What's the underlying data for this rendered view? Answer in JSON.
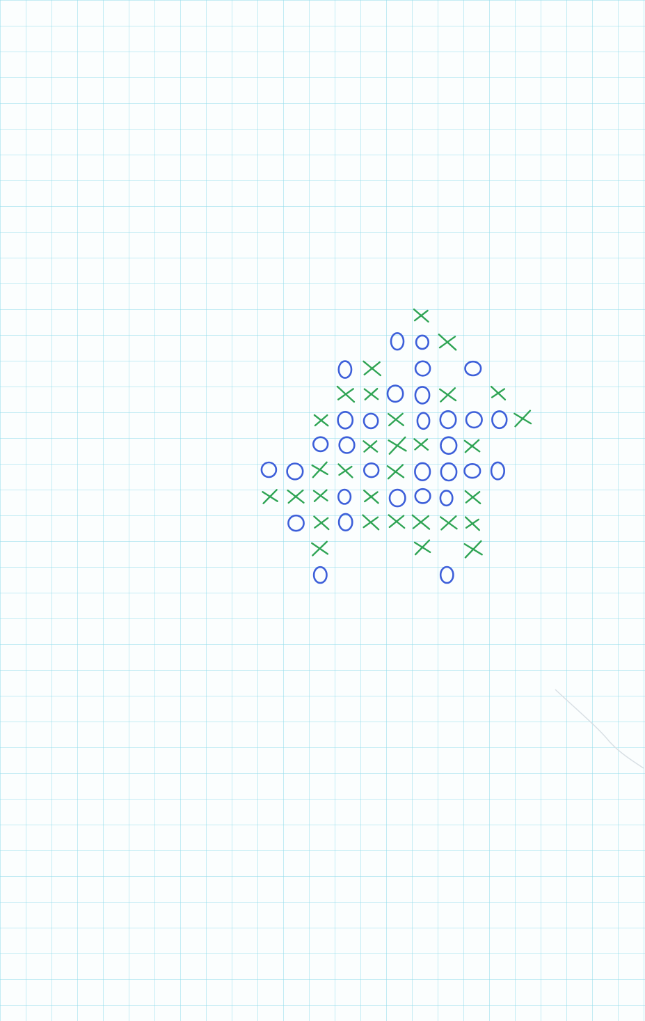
{
  "game": {
    "name": "gomoku",
    "colors": {
      "X": "#2fa454",
      "O": "#3d5fd9"
    },
    "moves": [
      {
        "col": 16,
        "row": 0,
        "mark": "X"
      },
      {
        "col": 15,
        "row": 1,
        "mark": "O"
      },
      {
        "col": 16,
        "row": 1,
        "mark": "O"
      },
      {
        "col": 17,
        "row": 1,
        "mark": "X"
      },
      {
        "col": 13,
        "row": 2,
        "mark": "O"
      },
      {
        "col": 14,
        "row": 2,
        "mark": "X"
      },
      {
        "col": 16,
        "row": 2,
        "mark": "O"
      },
      {
        "col": 18,
        "row": 2,
        "mark": "O"
      },
      {
        "col": 13,
        "row": 3,
        "mark": "X"
      },
      {
        "col": 14,
        "row": 3,
        "mark": "X"
      },
      {
        "col": 15,
        "row": 3,
        "mark": "O"
      },
      {
        "col": 16,
        "row": 3,
        "mark": "O"
      },
      {
        "col": 17,
        "row": 3,
        "mark": "X"
      },
      {
        "col": 19,
        "row": 3,
        "mark": "X"
      },
      {
        "col": 12,
        "row": 4,
        "mark": "X"
      },
      {
        "col": 13,
        "row": 4,
        "mark": "O"
      },
      {
        "col": 14,
        "row": 4,
        "mark": "O"
      },
      {
        "col": 15,
        "row": 4,
        "mark": "X"
      },
      {
        "col": 16,
        "row": 4,
        "mark": "O"
      },
      {
        "col": 17,
        "row": 4,
        "mark": "O"
      },
      {
        "col": 18,
        "row": 4,
        "mark": "O"
      },
      {
        "col": 19,
        "row": 4,
        "mark": "O"
      },
      {
        "col": 20,
        "row": 4,
        "mark": "X"
      },
      {
        "col": 12,
        "row": 5,
        "mark": "O"
      },
      {
        "col": 13,
        "row": 5,
        "mark": "O"
      },
      {
        "col": 14,
        "row": 5,
        "mark": "X"
      },
      {
        "col": 15,
        "row": 5,
        "mark": "X"
      },
      {
        "col": 16,
        "row": 5,
        "mark": "X"
      },
      {
        "col": 17,
        "row": 5,
        "mark": "O"
      },
      {
        "col": 18,
        "row": 5,
        "mark": "X"
      },
      {
        "col": 10,
        "row": 6,
        "mark": "O"
      },
      {
        "col": 11,
        "row": 6,
        "mark": "O"
      },
      {
        "col": 12,
        "row": 6,
        "mark": "X"
      },
      {
        "col": 13,
        "row": 6,
        "mark": "X"
      },
      {
        "col": 14,
        "row": 6,
        "mark": "O"
      },
      {
        "col": 15,
        "row": 6,
        "mark": "X"
      },
      {
        "col": 16,
        "row": 6,
        "mark": "O"
      },
      {
        "col": 17,
        "row": 6,
        "mark": "O"
      },
      {
        "col": 18,
        "row": 6,
        "mark": "O"
      },
      {
        "col": 19,
        "row": 6,
        "mark": "O"
      },
      {
        "col": 10,
        "row": 7,
        "mark": "X"
      },
      {
        "col": 11,
        "row": 7,
        "mark": "X"
      },
      {
        "col": 12,
        "row": 7,
        "mark": "X"
      },
      {
        "col": 13,
        "row": 7,
        "mark": "O"
      },
      {
        "col": 14,
        "row": 7,
        "mark": "X"
      },
      {
        "col": 15,
        "row": 7,
        "mark": "O"
      },
      {
        "col": 16,
        "row": 7,
        "mark": "O"
      },
      {
        "col": 17,
        "row": 7,
        "mark": "O"
      },
      {
        "col": 18,
        "row": 7,
        "mark": "X"
      },
      {
        "col": 11,
        "row": 8,
        "mark": "O"
      },
      {
        "col": 12,
        "row": 8,
        "mark": "X"
      },
      {
        "col": 13,
        "row": 8,
        "mark": "O"
      },
      {
        "col": 14,
        "row": 8,
        "mark": "X"
      },
      {
        "col": 15,
        "row": 8,
        "mark": "X"
      },
      {
        "col": 16,
        "row": 8,
        "mark": "X"
      },
      {
        "col": 17,
        "row": 8,
        "mark": "X"
      },
      {
        "col": 18,
        "row": 8,
        "mark": "X"
      },
      {
        "col": 12,
        "row": 9,
        "mark": "X"
      },
      {
        "col": 16,
        "row": 9,
        "mark": "X"
      },
      {
        "col": 18,
        "row": 9,
        "mark": "X"
      },
      {
        "col": 12,
        "row": 10,
        "mark": "O"
      },
      {
        "col": 17,
        "row": 10,
        "mark": "O"
      }
    ]
  }
}
